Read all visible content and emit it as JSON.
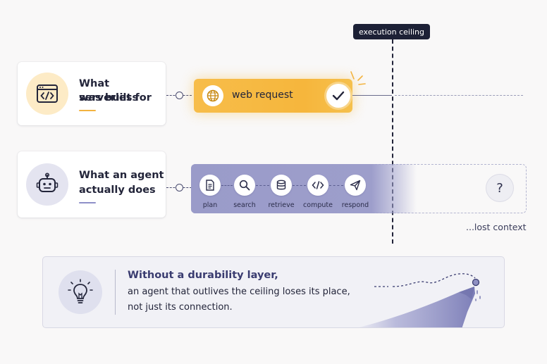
{
  "ceiling": {
    "label": "execution ceiling"
  },
  "row1": {
    "title_line1": "What serverless",
    "title_line2": "was built for",
    "request_label": "web request",
    "accent": "#f3b33f"
  },
  "row2": {
    "title_line1": "What an agent",
    "title_line2": "actually does",
    "steps": [
      "plan",
      "search",
      "retrieve",
      "compute",
      "respond"
    ],
    "lost_label": "...lost context",
    "accent": "#8e8fc8"
  },
  "callout": {
    "heading": "Without a durability layer,",
    "line1": "an agent that outlives the ceiling loses its place,",
    "line2": "not just its connection."
  },
  "icons": {
    "row1": "browser-code-icon",
    "globe": "globe-icon",
    "check": "check-icon",
    "row2": "robot-icon",
    "plan": "document-icon",
    "search": "search-icon",
    "retrieve": "database-icon",
    "compute": "code-icon",
    "respond": "send-icon",
    "unknown": "question-icon",
    "bulb": "lightbulb-icon"
  }
}
